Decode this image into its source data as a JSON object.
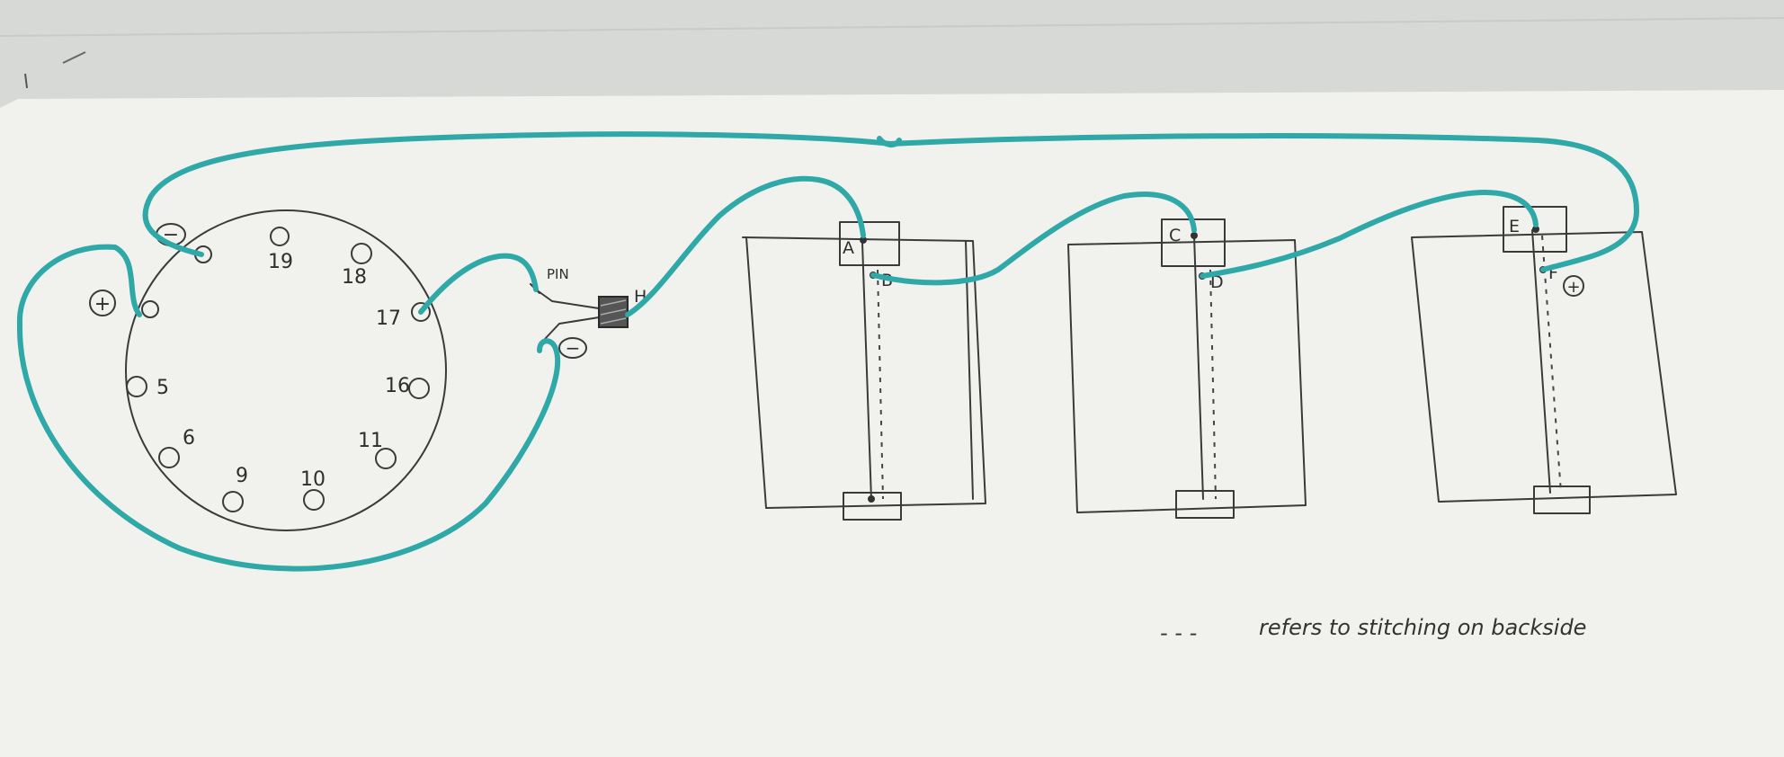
{
  "diagram": {
    "port_labels": {
      "p19": "19",
      "p18": "18",
      "p17": "17",
      "p16": "16",
      "p5": "5",
      "p6": "6",
      "p9": "9",
      "p10": "10",
      "p11": "11"
    },
    "polarity": {
      "plus_left": "+",
      "minus_top": "−",
      "minus_switch": "−",
      "plus_panel": "+"
    },
    "switch": {
      "pin_label": "PIN",
      "h_label": "H"
    },
    "panel_points": {
      "a": "A",
      "b": "B",
      "c": "C",
      "d": "D",
      "e": "E",
      "f": "F"
    },
    "legend": {
      "dash": "- - -",
      "text": "refers to stitching on backside"
    },
    "colors": {
      "thread": "#2fa8a8",
      "ink": "#3a3a3a",
      "paper": "#f2f2ee"
    }
  }
}
